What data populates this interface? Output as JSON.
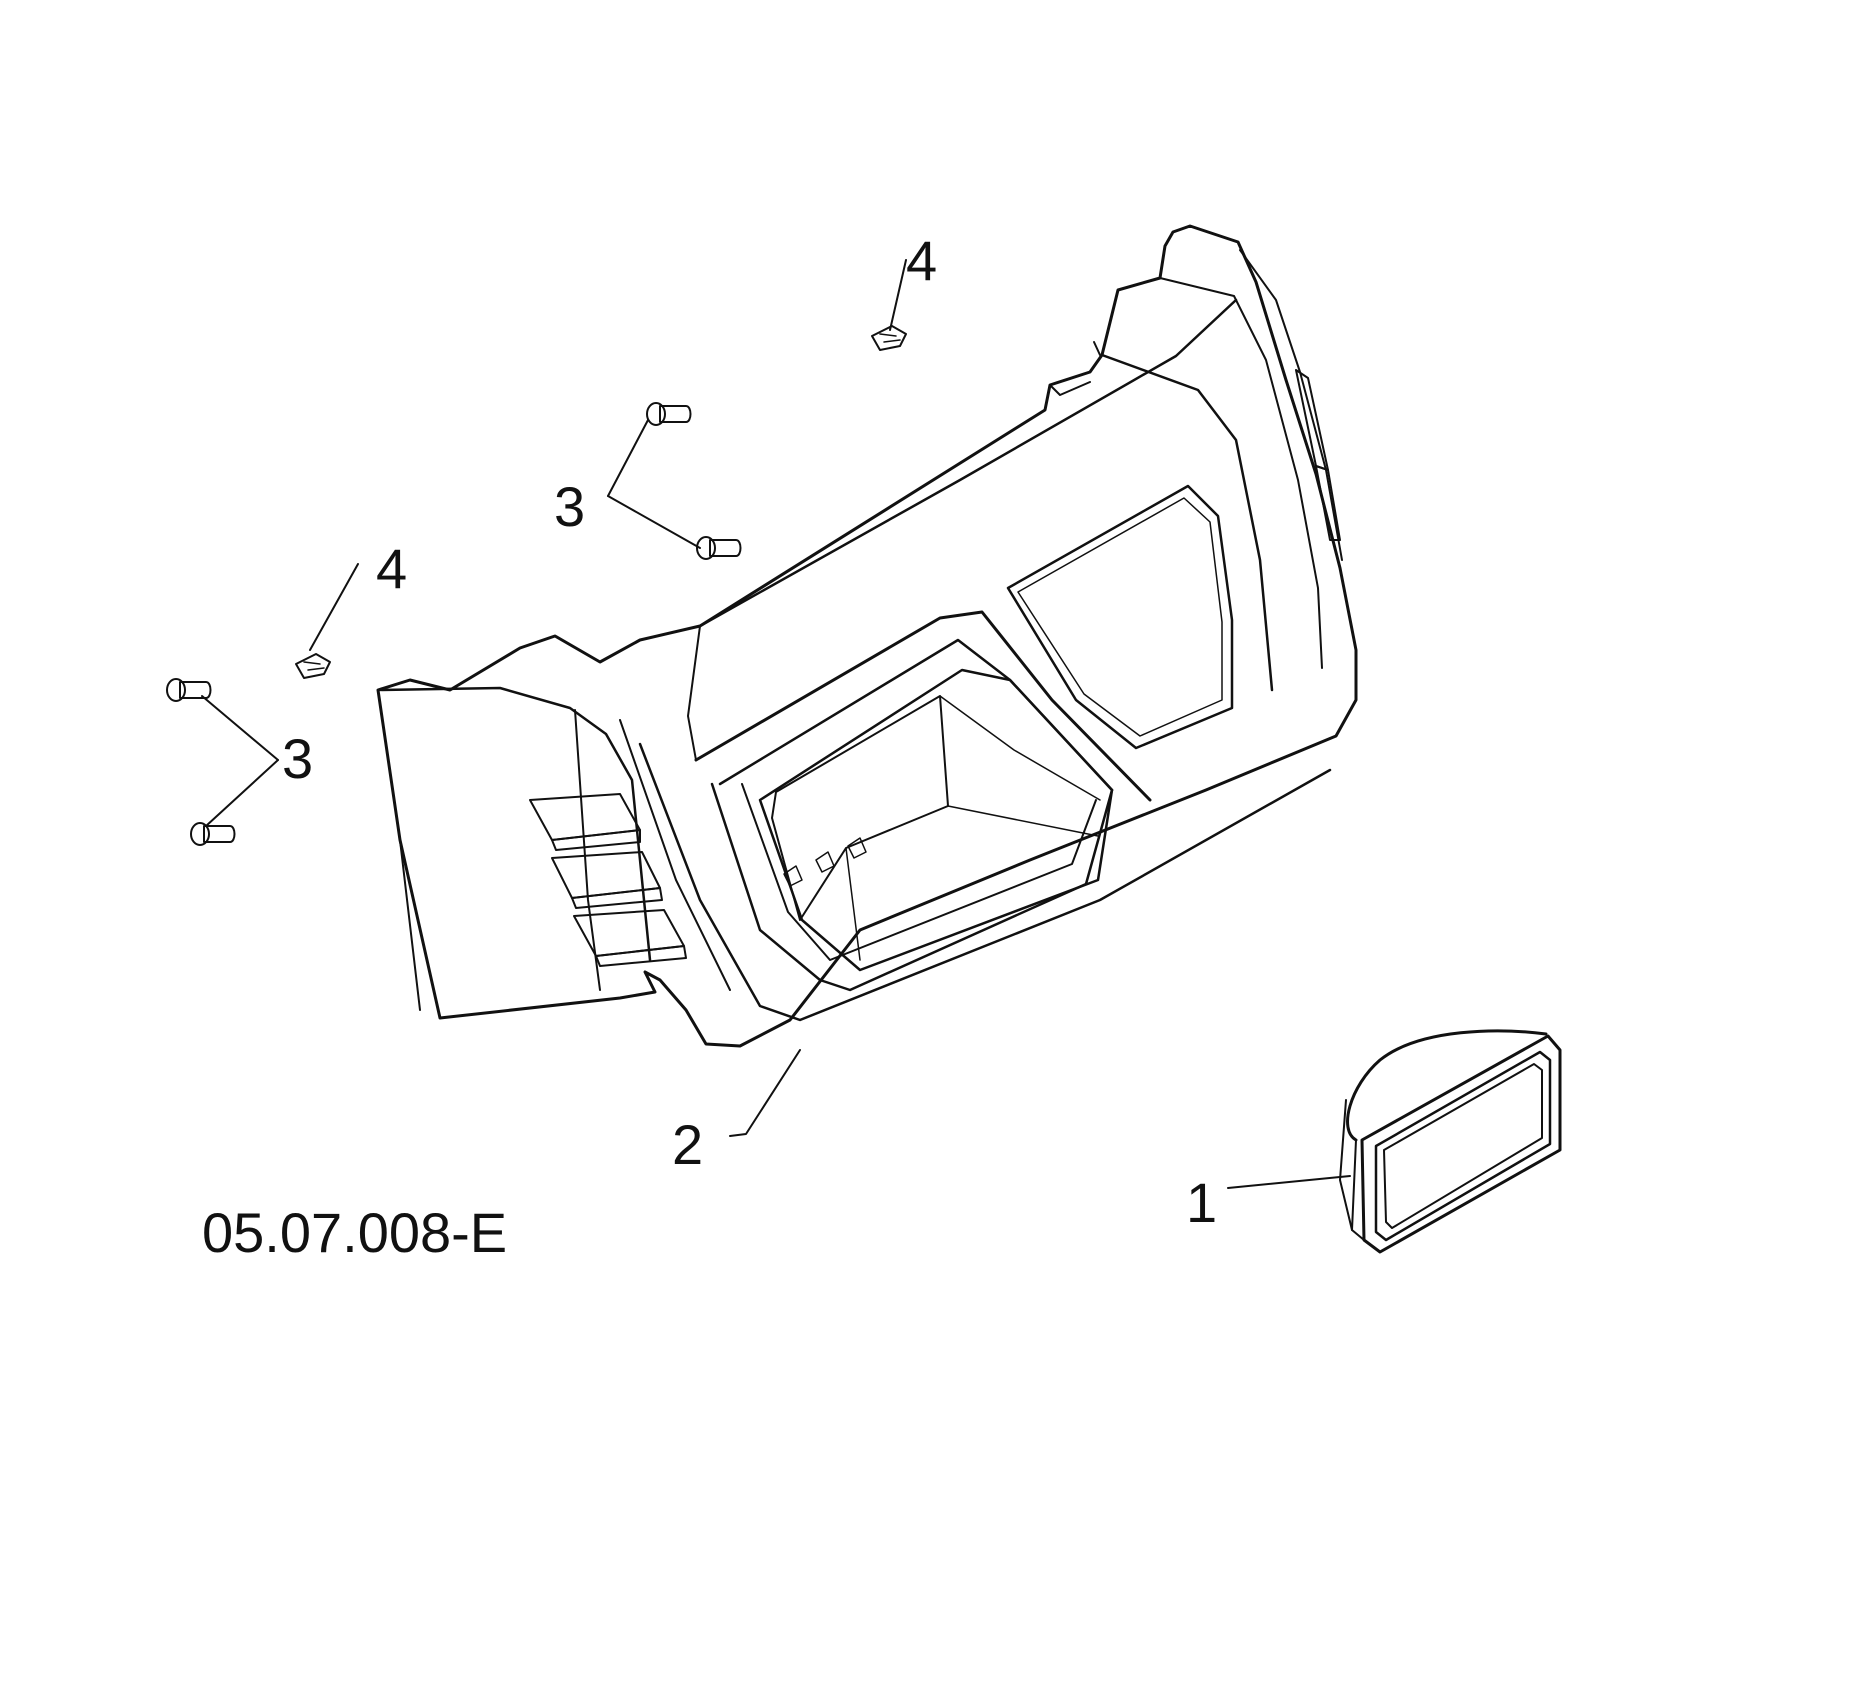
{
  "diagram": {
    "drawing_number": "05.07.008-E",
    "callouts": {
      "part_1": "1",
      "part_2": "2",
      "part_3_upper": "3",
      "part_3_lower": "3",
      "part_4_upper": "4",
      "part_4_lower": "4"
    }
  }
}
